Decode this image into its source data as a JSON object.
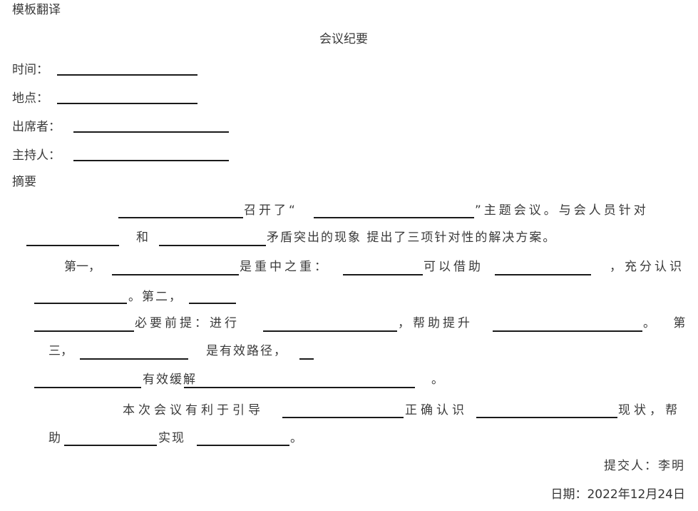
{
  "header": {
    "label": "模板翻译"
  },
  "document": {
    "title": "会议纪要",
    "fields": [
      {
        "label": "时间：",
        "value": ""
      },
      {
        "label": "地点：",
        "value": ""
      },
      {
        "label": "出席者：",
        "value": ""
      },
      {
        "label": "主持人：",
        "value": ""
      }
    ],
    "summary_heading": "摘要",
    "paragraph1": {
      "t1": "召开了“",
      "t2": "”主题会议。与会人员针对",
      "t3": "和",
      "t4": "矛盾突出的现象 提出了三项针对性的解决方案。"
    },
    "paragraph2": {
      "t1": "第一，",
      "t2": "是重中之重：",
      "t3": "可以借助",
      "t4": "，充分认识",
      "t5": "。第二，",
      "t6": "必要前提：进行",
      "t7": "，帮助提升",
      "t8": "。 第",
      "t9": "三，",
      "t10": "是有效路径，",
      "t11": "有效缓解",
      "t12": "。"
    },
    "paragraph3": {
      "t1": "本次会议有利于引导",
      "t2": "正确认识",
      "t3": "现状，帮",
      "t4": "助",
      "t5": "实现",
      "t6": "。"
    },
    "submitter": "提交人：李明",
    "date": "日期：2022年12月24日"
  }
}
